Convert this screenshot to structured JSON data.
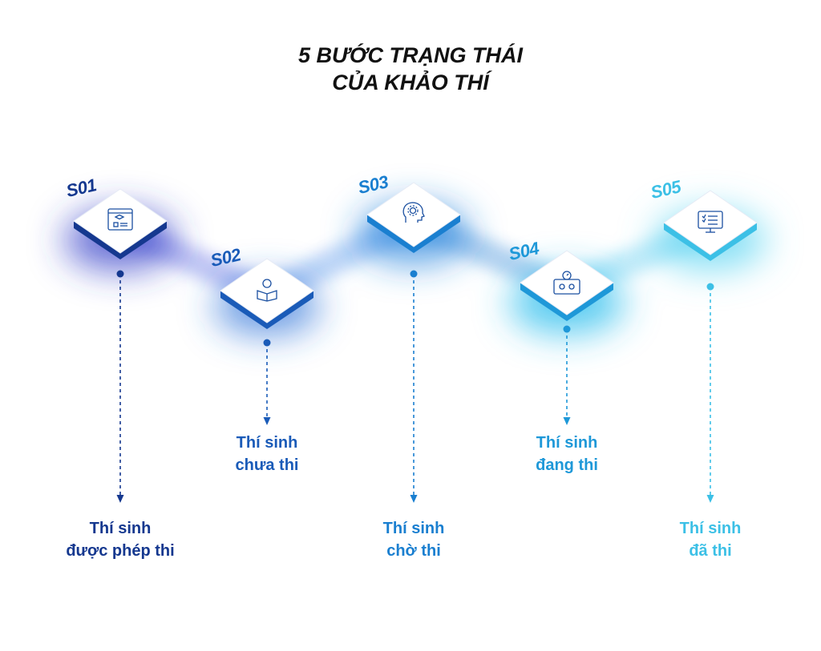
{
  "title": {
    "line1": "5 BƯỚC TRẠNG THÁI",
    "line2": "CỦA KHẢO THÍ"
  },
  "steps": [
    {
      "code": "S01",
      "icon": "certificate-browser-icon",
      "color": "#15388f",
      "caption": [
        "Thí sinh",
        "được phép thi"
      ]
    },
    {
      "code": "S02",
      "icon": "student-reading-icon",
      "color": "#1a5bb8",
      "caption": [
        "Thí sinh",
        "chưa thi"
      ]
    },
    {
      "code": "S03",
      "icon": "head-gear-icon",
      "color": "#1a7fd0",
      "caption": [
        "Thí sinh",
        "chờ thi"
      ]
    },
    {
      "code": "S04",
      "icon": "timer-tablet-icon",
      "color": "#1e98d8",
      "caption": [
        "Thí sinh",
        "đang thi"
      ]
    },
    {
      "code": "S05",
      "icon": "monitor-checklist-icon",
      "color": "#3cc0e6",
      "caption": [
        "Thí sinh",
        "đã thi"
      ]
    }
  ]
}
